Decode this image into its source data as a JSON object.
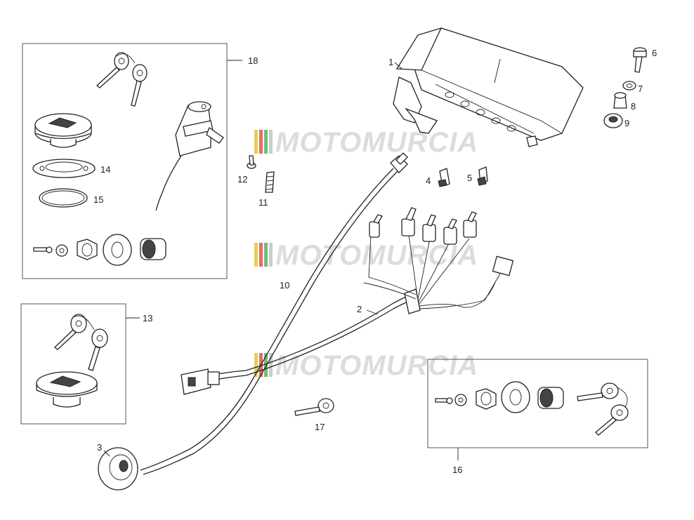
{
  "watermark": {
    "text": "MOTOMURCIA",
    "stripe_colors": [
      "#f2c94c",
      "#e86a6a",
      "#6bbf7a",
      "#cccccc"
    ]
  },
  "callouts": [
    {
      "id": "1",
      "text": "1"
    },
    {
      "id": "2",
      "text": "2"
    },
    {
      "id": "3",
      "text": "3"
    },
    {
      "id": "4",
      "text": "4"
    },
    {
      "id": "5",
      "text": "5"
    },
    {
      "id": "6",
      "text": "6"
    },
    {
      "id": "7",
      "text": "7"
    },
    {
      "id": "8",
      "text": "8"
    },
    {
      "id": "9",
      "text": "9"
    },
    {
      "id": "10",
      "text": "10"
    },
    {
      "id": "11",
      "text": "11"
    },
    {
      "id": "12",
      "text": "12"
    },
    {
      "id": "13",
      "text": "13"
    },
    {
      "id": "14",
      "text": "14"
    },
    {
      "id": "15",
      "text": "15"
    },
    {
      "id": "16",
      "text": "16"
    },
    {
      "id": "17",
      "text": "17"
    },
    {
      "id": "18",
      "text": "18"
    }
  ]
}
